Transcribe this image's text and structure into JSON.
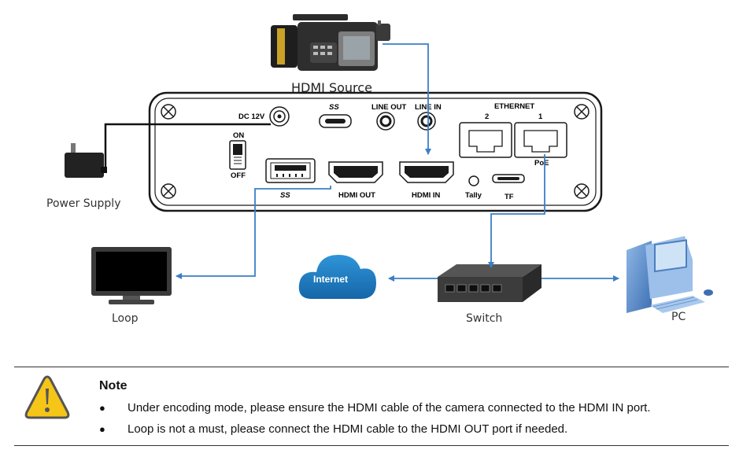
{
  "labels": {
    "hdmi_source": "HDMI Source",
    "power_supply": "Power Supply",
    "loop": "Loop",
    "switch": "Switch",
    "pc": "PC",
    "internet": "Internet"
  },
  "device": {
    "dc": "DC 12V",
    "on": "ON",
    "off": "OFF",
    "usb_top": "SS",
    "usb_bottom": "SS",
    "line_out": "LINE OUT",
    "line_in": "LINE IN",
    "ethernet": "ETHERNET",
    "eth_port_2": "2",
    "eth_port_1": "1",
    "poe": "PoE",
    "hdmi_out": "HDMI OUT",
    "hdmi_in": "HDMI IN",
    "tally": "Tally",
    "tf": "TF"
  },
  "colors": {
    "cable": "#3b7fc4",
    "cloud": "#1f7fc7",
    "warning": "#f5c518"
  },
  "icons": [
    "camera-icon",
    "power-adapter-icon",
    "monitor-icon",
    "cloud-icon",
    "switch-icon",
    "pc-icon",
    "warning-icon"
  ],
  "note": {
    "title": "Note",
    "items": [
      "Under encoding mode, please ensure the HDMI cable of the camera connected to the HDMI IN port.",
      "Loop is not a must, please connect the HDMI cable to the HDMI OUT port if needed."
    ]
  }
}
